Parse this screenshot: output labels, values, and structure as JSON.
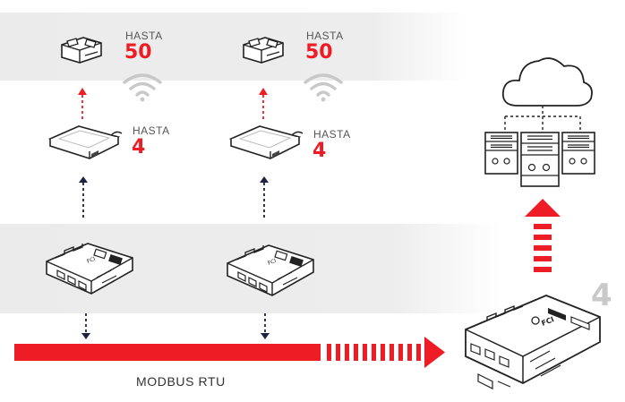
{
  "columns": [
    {
      "top_label": "HASTA",
      "top_value": "50",
      "mid_label": "HASTA",
      "mid_value": "4"
    },
    {
      "top_label": "HASTA",
      "top_value": "50",
      "mid_label": "HASTA",
      "mid_value": "4"
    }
  ],
  "bus_label": "MODBUS RTU",
  "controller_count": "4",
  "colors": {
    "accent_red": "#ee1c25",
    "band_gray": "#ececec",
    "dark_navy": "#1e2144",
    "outline": "#222222"
  }
}
